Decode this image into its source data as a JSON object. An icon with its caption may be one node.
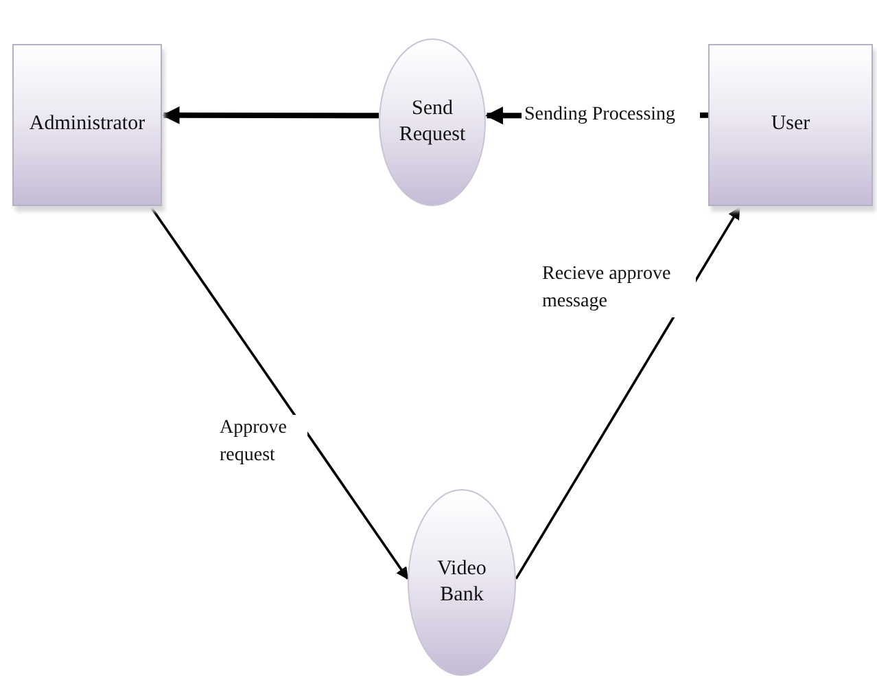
{
  "diagram": {
    "nodes": [
      {
        "text": [
          "Administrator"
        ]
      },
      {
        "text": [
          "Send Request"
        ]
      },
      {
        "text": [
          "User"
        ]
      },
      {
        "text": [
          "Video Bank"
        ]
      }
    ],
    "edges": [
      {
        "from": 2,
        "to": 1,
        "arrow": "to",
        "label": "Sending Processing",
        "style": "thick"
      },
      {
        "from": 1,
        "to": 0,
        "arrow": "to",
        "style": "thick"
      },
      {
        "from": 0,
        "to": 3,
        "arrow": "to",
        "label": "Approve request"
      },
      {
        "from": 3,
        "to": 2,
        "arrow": "to",
        "label": "Recieve approve message"
      }
    ]
  }
}
